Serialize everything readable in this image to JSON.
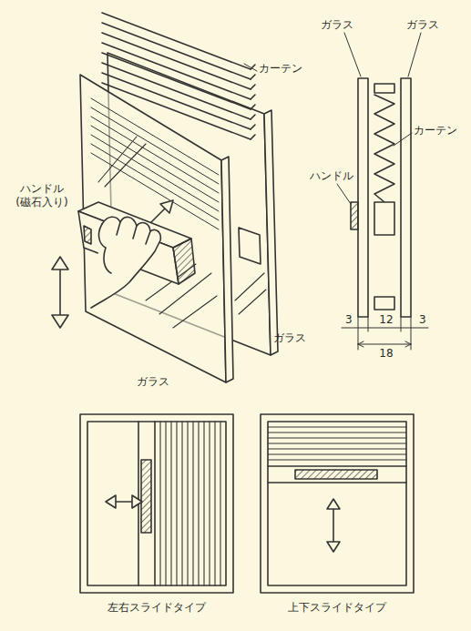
{
  "diagram": {
    "nodes": [
      {
        "text": [
          "左右スライドタイプ"
        ]
      },
      {
        "text": [
          "上下スライドタイプ"
        ]
      }
    ],
    "labels": [
      "カーテン",
      "ハンドル (磁石入り)",
      "ガラス",
      "ガラス",
      "ガラス",
      "ガラス",
      "カーテン",
      "ハンドル",
      "3",
      "12",
      "3",
      "18"
    ]
  }
}
